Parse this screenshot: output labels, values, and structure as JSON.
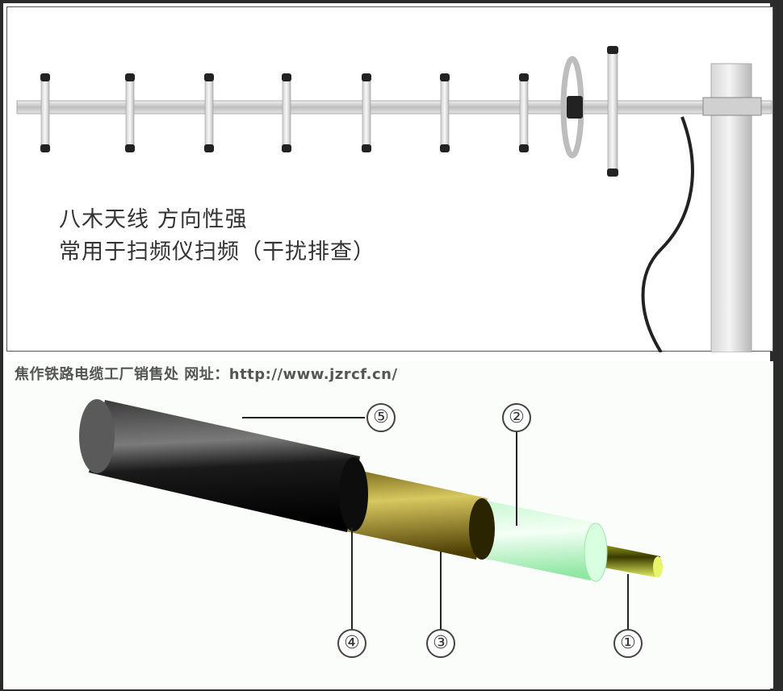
{
  "caption": {
    "line1": "八木天线 方向性强",
    "line2": "常用于扫频仪扫频（干扰排查）"
  },
  "watermark": "焦作铁路电缆工厂销售处  网址：http://www.jzrcf.cn/",
  "callouts": [
    "①",
    "②",
    "③",
    "④",
    "⑤"
  ]
}
